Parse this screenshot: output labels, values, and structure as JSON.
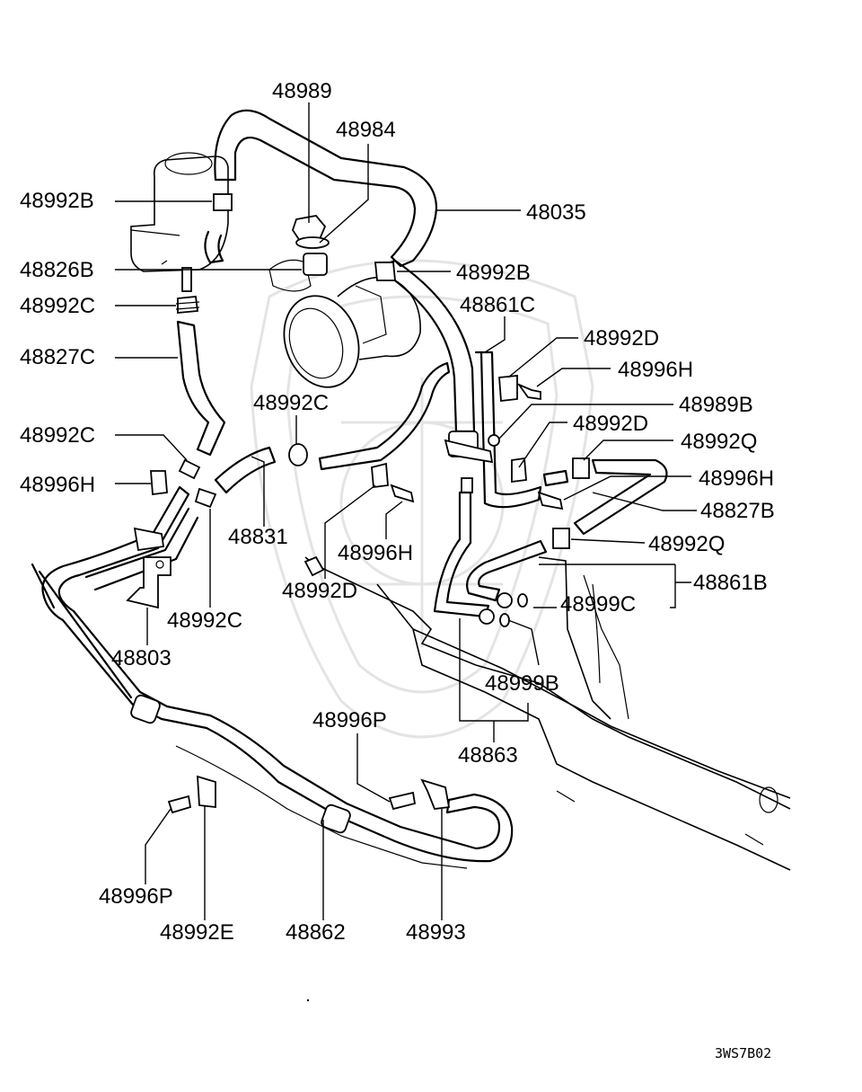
{
  "diagram": {
    "parts": [
      {
        "id": "p48989",
        "number": "48989"
      },
      {
        "id": "p48984",
        "number": "48984"
      },
      {
        "id": "p48992B_top",
        "number": "48992B"
      },
      {
        "id": "p48035",
        "number": "48035"
      },
      {
        "id": "p48826B",
        "number": "48826B"
      },
      {
        "id": "p48992B_right",
        "number": "48992B"
      },
      {
        "id": "p48992C_a",
        "number": "48992C"
      },
      {
        "id": "p48861C",
        "number": "48861C"
      },
      {
        "id": "p48827C",
        "number": "48827C"
      },
      {
        "id": "p48992D_a",
        "number": "48992D"
      },
      {
        "id": "p48996H_a",
        "number": "48996H"
      },
      {
        "id": "p48992C_b",
        "number": "48992C"
      },
      {
        "id": "p48989B",
        "number": "48989B"
      },
      {
        "id": "p48992C_c",
        "number": "48992C"
      },
      {
        "id": "p48992D_b",
        "number": "48992D"
      },
      {
        "id": "p48992Q_a",
        "number": "48992Q"
      },
      {
        "id": "p48996H_b",
        "number": "48996H"
      },
      {
        "id": "p48996H_c",
        "number": "48996H"
      },
      {
        "id": "p48827B",
        "number": "48827B"
      },
      {
        "id": "p48831",
        "number": "48831"
      },
      {
        "id": "p48992Q_b",
        "number": "48992Q"
      },
      {
        "id": "p48996H_d",
        "number": "48996H"
      },
      {
        "id": "p48861B",
        "number": "48861B"
      },
      {
        "id": "p48992D_c",
        "number": "48992D"
      },
      {
        "id": "p48999C",
        "number": "48999C"
      },
      {
        "id": "p48992C_d",
        "number": "48992C"
      },
      {
        "id": "p48803",
        "number": "48803"
      },
      {
        "id": "p48999B",
        "number": "48999B"
      },
      {
        "id": "p48996P_a",
        "number": "48996P"
      },
      {
        "id": "p48863",
        "number": "48863"
      },
      {
        "id": "p48996P_b",
        "number": "48996P"
      },
      {
        "id": "p48992E",
        "number": "48992E"
      },
      {
        "id": "p48862",
        "number": "48862"
      },
      {
        "id": "p48993",
        "number": "48993"
      }
    ],
    "drawing_code": "3WS7B02"
  }
}
